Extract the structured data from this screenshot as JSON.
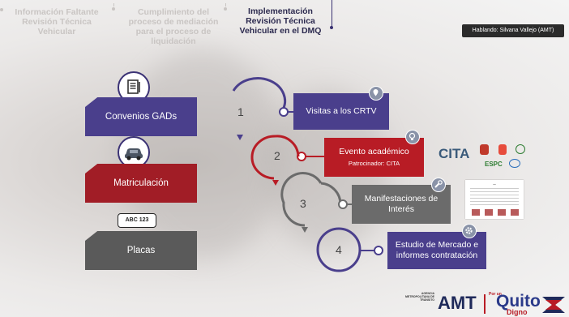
{
  "nav": {
    "items": [
      {
        "label": "Información Faltante Revisión Técnica Vehicular",
        "active": false
      },
      {
        "label": "Cumplimiento del proceso de mediación para el proceso de liquidación",
        "active": false
      },
      {
        "label": "Implementación Revisión Técnica Vehicular en el DMQ",
        "active": true
      }
    ]
  },
  "speaker": {
    "text": "Hablando: Silvana Vallejo (AMT)"
  },
  "left_column": {
    "items": [
      {
        "label": "Convenios GADs",
        "icon": "document-icon",
        "color": "#4a3f8c"
      },
      {
        "label": "Matriculación",
        "icon": "car-icon",
        "color": "#a11d26"
      },
      {
        "label": "Placas",
        "icon": "license-plate-icon",
        "color": "#5a5a5a",
        "plate_text": "ABC 123"
      }
    ]
  },
  "steps": [
    {
      "number": "1",
      "label": "Visitas a los CRTV",
      "sublabel": "",
      "color": "#4a3f8c",
      "icon": "map-pin-icon"
    },
    {
      "number": "2",
      "label": "Evento académico",
      "sublabel": "Patrocinador: CITA",
      "color": "#b81c25",
      "icon": "lightbulb-icon"
    },
    {
      "number": "3",
      "label": "Manifestaciones de Interés",
      "sublabel": "",
      "color": "#6b6b6b",
      "icon": "wrench-icon"
    },
    {
      "number": "4",
      "label": "Estudio de Mercado e informes contratación",
      "sublabel": "",
      "color": "#4a3f8c",
      "icon": "gear-icon"
    }
  ],
  "logos": {
    "cita": "CITA",
    "espc": "ESPC",
    "amt_small": "AGENCIA METROPOLITANA DE TRÁNSITO",
    "amt": "AMT",
    "quito_small": "Por un",
    "quito": "Quito",
    "quito_sub": "Digno"
  }
}
